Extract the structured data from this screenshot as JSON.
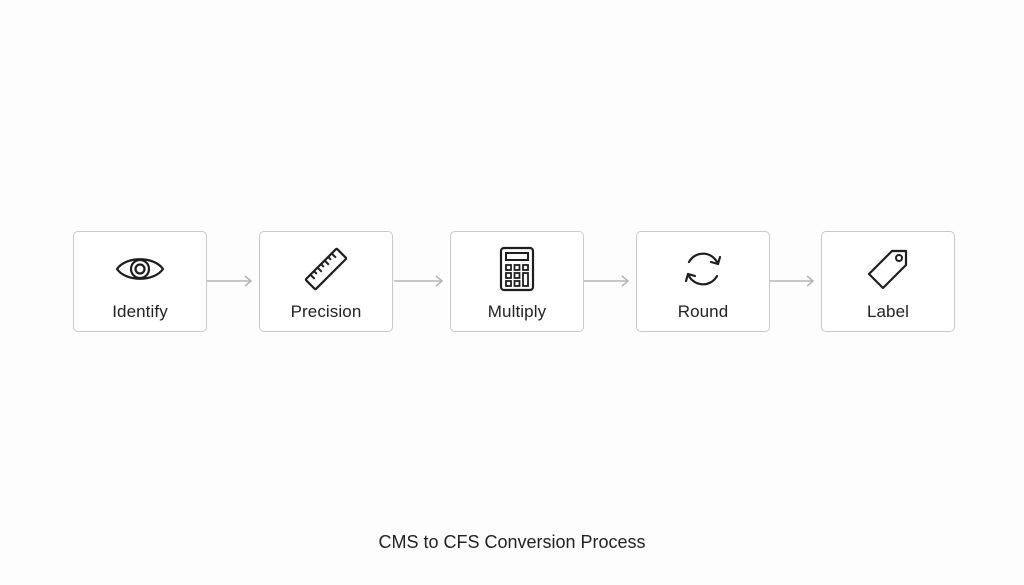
{
  "diagram": {
    "steps": [
      {
        "label": "Identify",
        "icon": "eye-icon"
      },
      {
        "label": "Precision",
        "icon": "ruler-icon"
      },
      {
        "label": "Multiply",
        "icon": "calculator-icon"
      },
      {
        "label": "Round",
        "icon": "refresh-icon"
      },
      {
        "label": "Label",
        "icon": "tag-icon"
      }
    ],
    "caption": "CMS to CFS Conversion Process",
    "colors": {
      "box_border": "#c9c9c9",
      "arrow": "#b5b5b5",
      "icon_stroke": "#1e1e1e",
      "text": "#222222"
    }
  }
}
